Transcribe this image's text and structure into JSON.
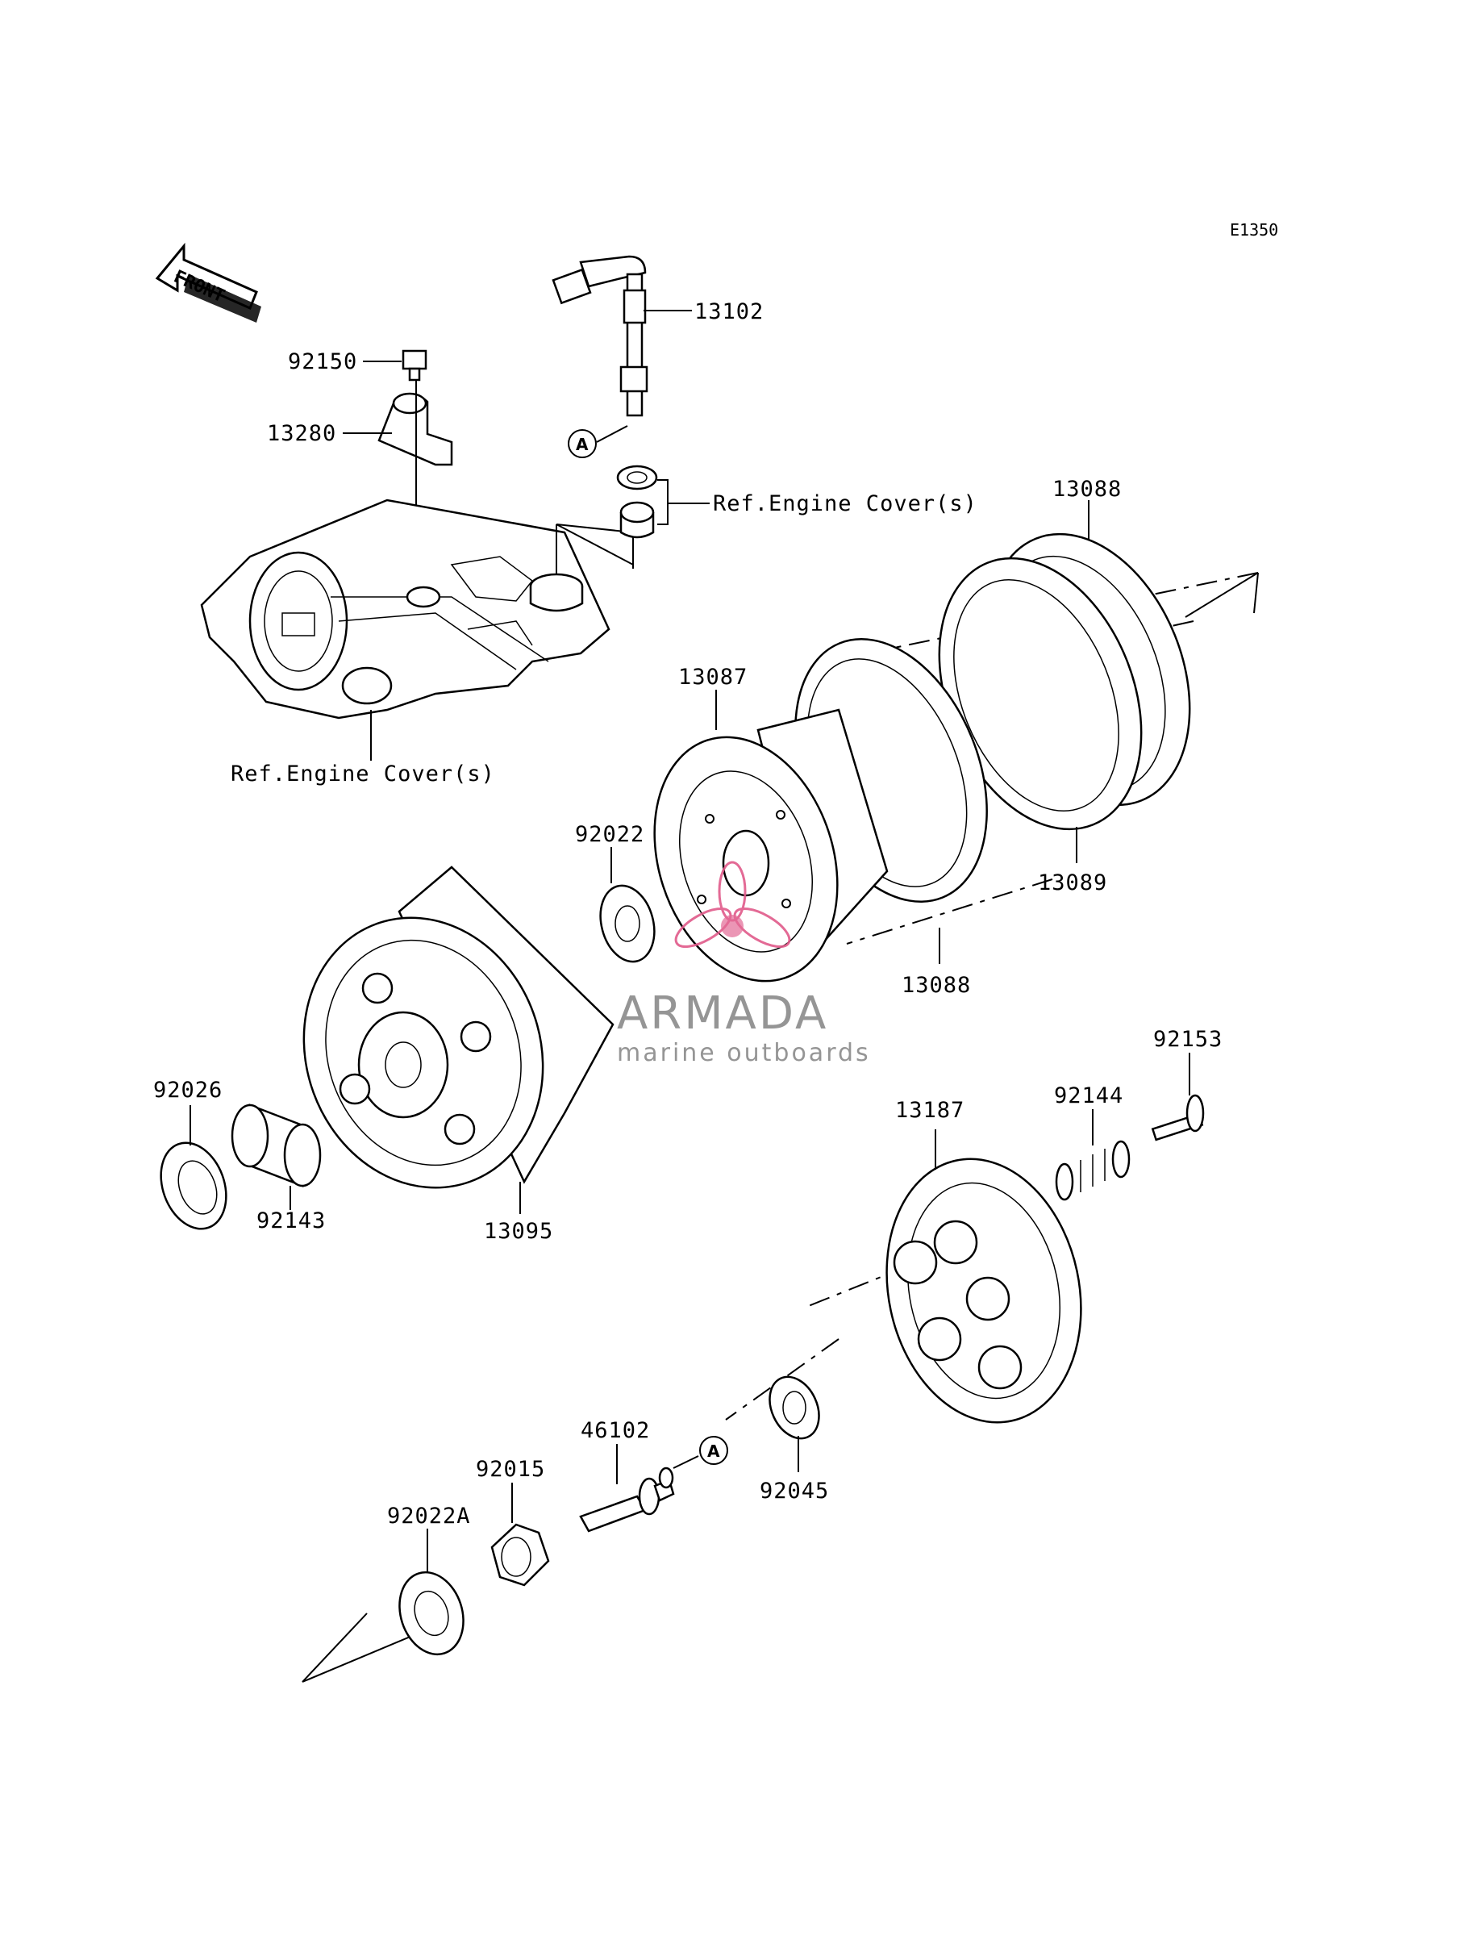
{
  "diagram_code": "E1350",
  "front_marker": "FRONT",
  "ref_engine_cover_1": "Ref.Engine Cover(s)",
  "ref_engine_cover_2": "Ref.Engine Cover(s)",
  "point_a_1": "A",
  "point_a_2": "A",
  "parts": {
    "p13102": "13102",
    "p92150": "92150",
    "p13280": "13280",
    "p13088_top": "13088",
    "p13087": "13087",
    "p92022": "92022",
    "p13089": "13089",
    "p13088_bottom": "13088",
    "p92153": "92153",
    "p92144": "92144",
    "p13187": "13187",
    "p92026": "92026",
    "p92143": "92143",
    "p13095": "13095",
    "p46102": "46102",
    "p92015": "92015",
    "p92045": "92045",
    "p92022A": "92022A"
  },
  "watermark": {
    "brand": "ARMADA",
    "tagline": "marine outboards",
    "accent_color": "#e05a8a"
  }
}
